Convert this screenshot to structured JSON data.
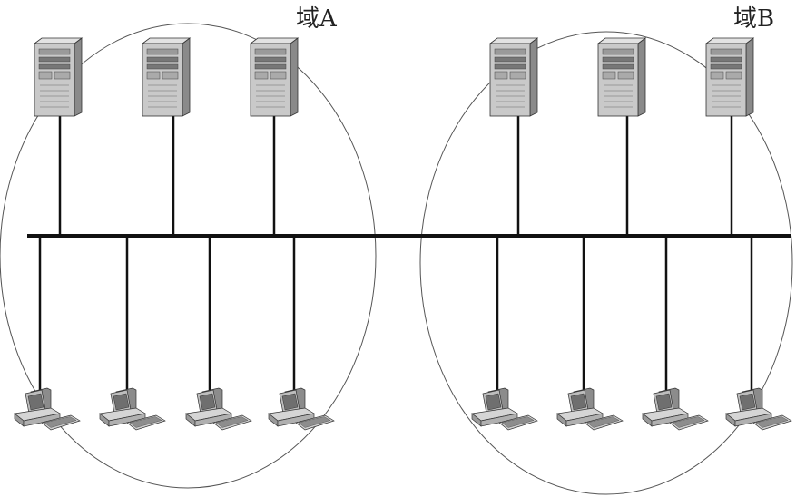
{
  "domains": [
    {
      "label": "域A",
      "servers": 3,
      "workstations": 4
    },
    {
      "label": "域B",
      "servers": 3,
      "workstations": 4
    }
  ],
  "colors": {
    "line": "#111111",
    "boundary": "#555555",
    "server_body": "#c8c8c8",
    "server_dark": "#7a7a7a",
    "pc_body": "#cfcfcf",
    "pc_dark": "#666666"
  },
  "icons": {
    "server": "server-tower-icon",
    "workstation": "desktop-computer-icon"
  }
}
